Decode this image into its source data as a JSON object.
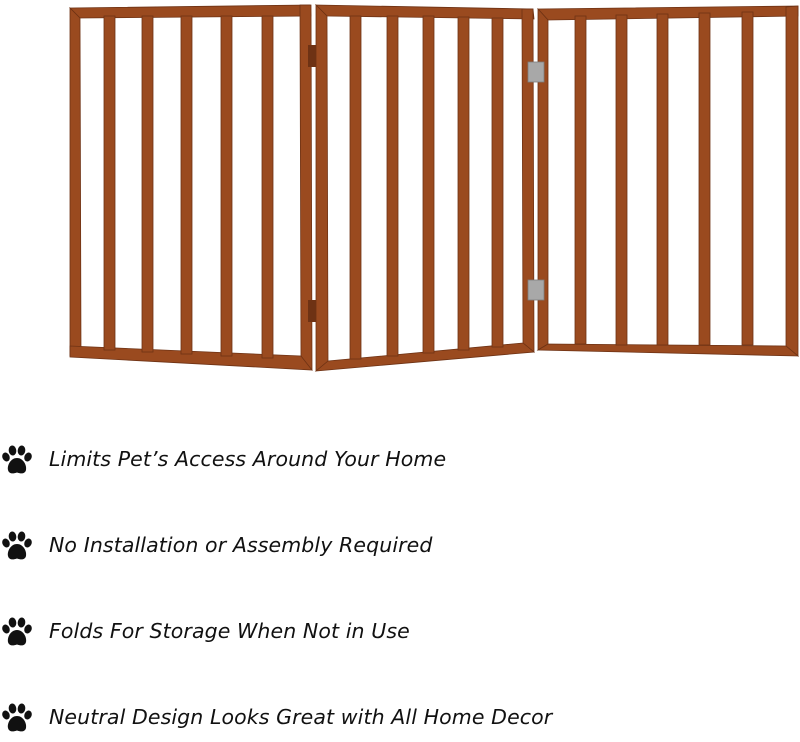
{
  "product": {
    "image_name": "three-panel-folding-pet-gate",
    "panel_color": "#9a4a1f",
    "panel_edge_color": "#6e3214",
    "hinge_color": "#a8a8a8"
  },
  "features": {
    "icon": "paw-icon",
    "icon_color": "#111111",
    "items": [
      {
        "text": "Limits Pet’s Access Around Your Home"
      },
      {
        "text": "No Installation or Assembly Required"
      },
      {
        "text": "Folds For Storage When Not in Use"
      },
      {
        "text": "Neutral Design Looks Great with All Home Decor"
      }
    ]
  }
}
